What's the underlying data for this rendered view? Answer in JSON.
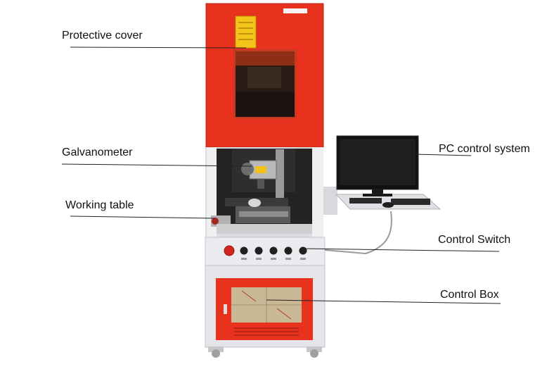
{
  "labels": {
    "protective_cover": "Protective cover",
    "galvanometer": "Galvanometer",
    "working_table": "Working table",
    "pc_control_system": "PC control system",
    "control_switch": "Control Switch",
    "control_box": "Control Box"
  },
  "colors": {
    "machine_red": "#e8321e",
    "machine_frame": "#e9e9ec",
    "window_dark": "#1c1c1c",
    "monitor_black": "#111111",
    "cardboard": "#c9b896",
    "leader_line": "#222222"
  }
}
